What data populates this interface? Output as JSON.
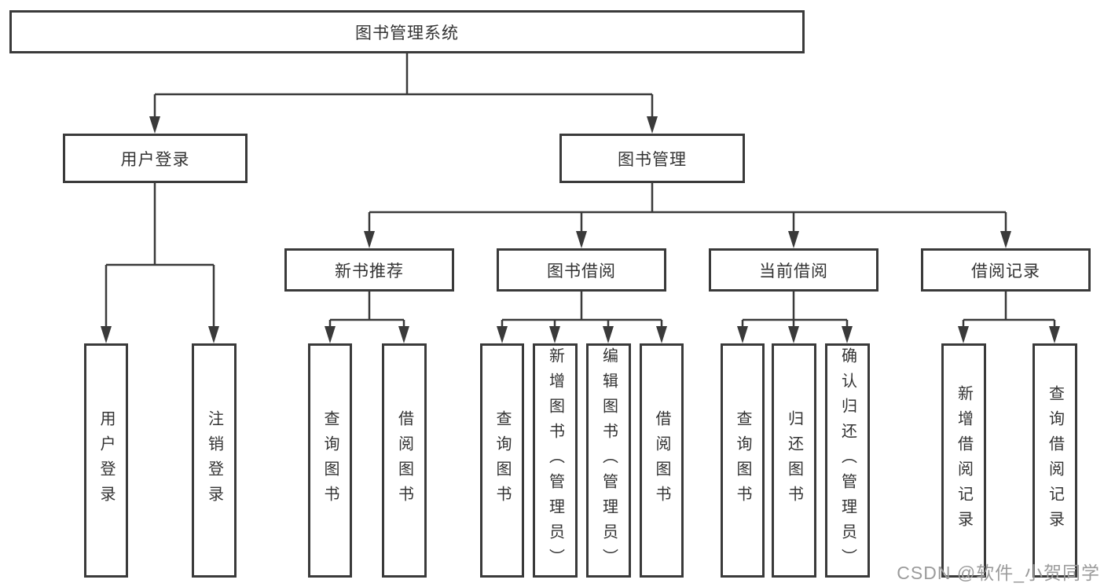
{
  "diagram": {
    "title": "图书管理系统",
    "colors": {
      "line": "#3a3a3a",
      "box_border": "#3a3a3a",
      "box_bg": "#ffffff",
      "text": "#333333",
      "watermark": "#9b9b9b"
    },
    "nodes": {
      "root": {
        "label": "图书管理系统"
      },
      "login": {
        "label": "用户登录"
      },
      "mgmt": {
        "label": "图书管理"
      },
      "rec": {
        "label": "新书推荐"
      },
      "borrow": {
        "label": "图书借阅"
      },
      "current": {
        "label": "当前借阅"
      },
      "records": {
        "label": "借阅记录"
      },
      "login_1": {
        "label": "用户登录"
      },
      "login_2": {
        "label": "注销登录"
      },
      "rec_1": {
        "label": "查询图书"
      },
      "rec_2": {
        "label": "借阅图书"
      },
      "borrow_1": {
        "label": "查询图书"
      },
      "borrow_2": {
        "label": "新增图书（管理员）"
      },
      "borrow_3": {
        "label": "编辑图书（管理员）"
      },
      "borrow_4": {
        "label": "借阅图书"
      },
      "current_1": {
        "label": "查询图书"
      },
      "current_2": {
        "label": "归还图书"
      },
      "current_3": {
        "label": "确认归还（管理员）"
      },
      "records_1": {
        "label": "新增借阅记录"
      },
      "records_2": {
        "label": "查询借阅记录"
      }
    },
    "watermark": "CSDN @软件_小贺同学"
  }
}
